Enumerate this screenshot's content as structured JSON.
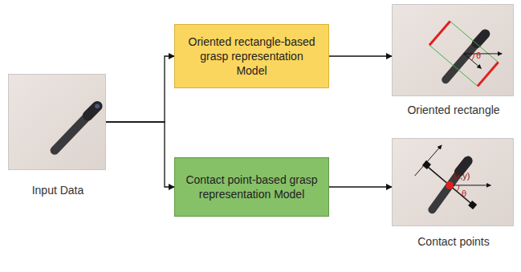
{
  "diagram": {
    "nodes": [
      {
        "text": [
          "Input Data"
        ]
      },
      {
        "text": [
          "Oriented rectangle-based grasp representation Model"
        ]
      },
      {
        "text": [
          "Contact point-based grasp representation Model"
        ]
      },
      {
        "text": [
          "Oriented rectangle"
        ]
      },
      {
        "text": [
          "Contact points"
        ]
      }
    ],
    "edges": [
      {
        "from": 0,
        "to": 1,
        "arrow": "to"
      },
      {
        "from": 0,
        "to": 2,
        "arrow": "to"
      },
      {
        "from": 1,
        "to": 3,
        "arrow": "to"
      },
      {
        "from": 2,
        "to": 4,
        "arrow": "to"
      }
    ],
    "labels": [
      "θ",
      "(x,y)",
      "θ"
    ]
  }
}
